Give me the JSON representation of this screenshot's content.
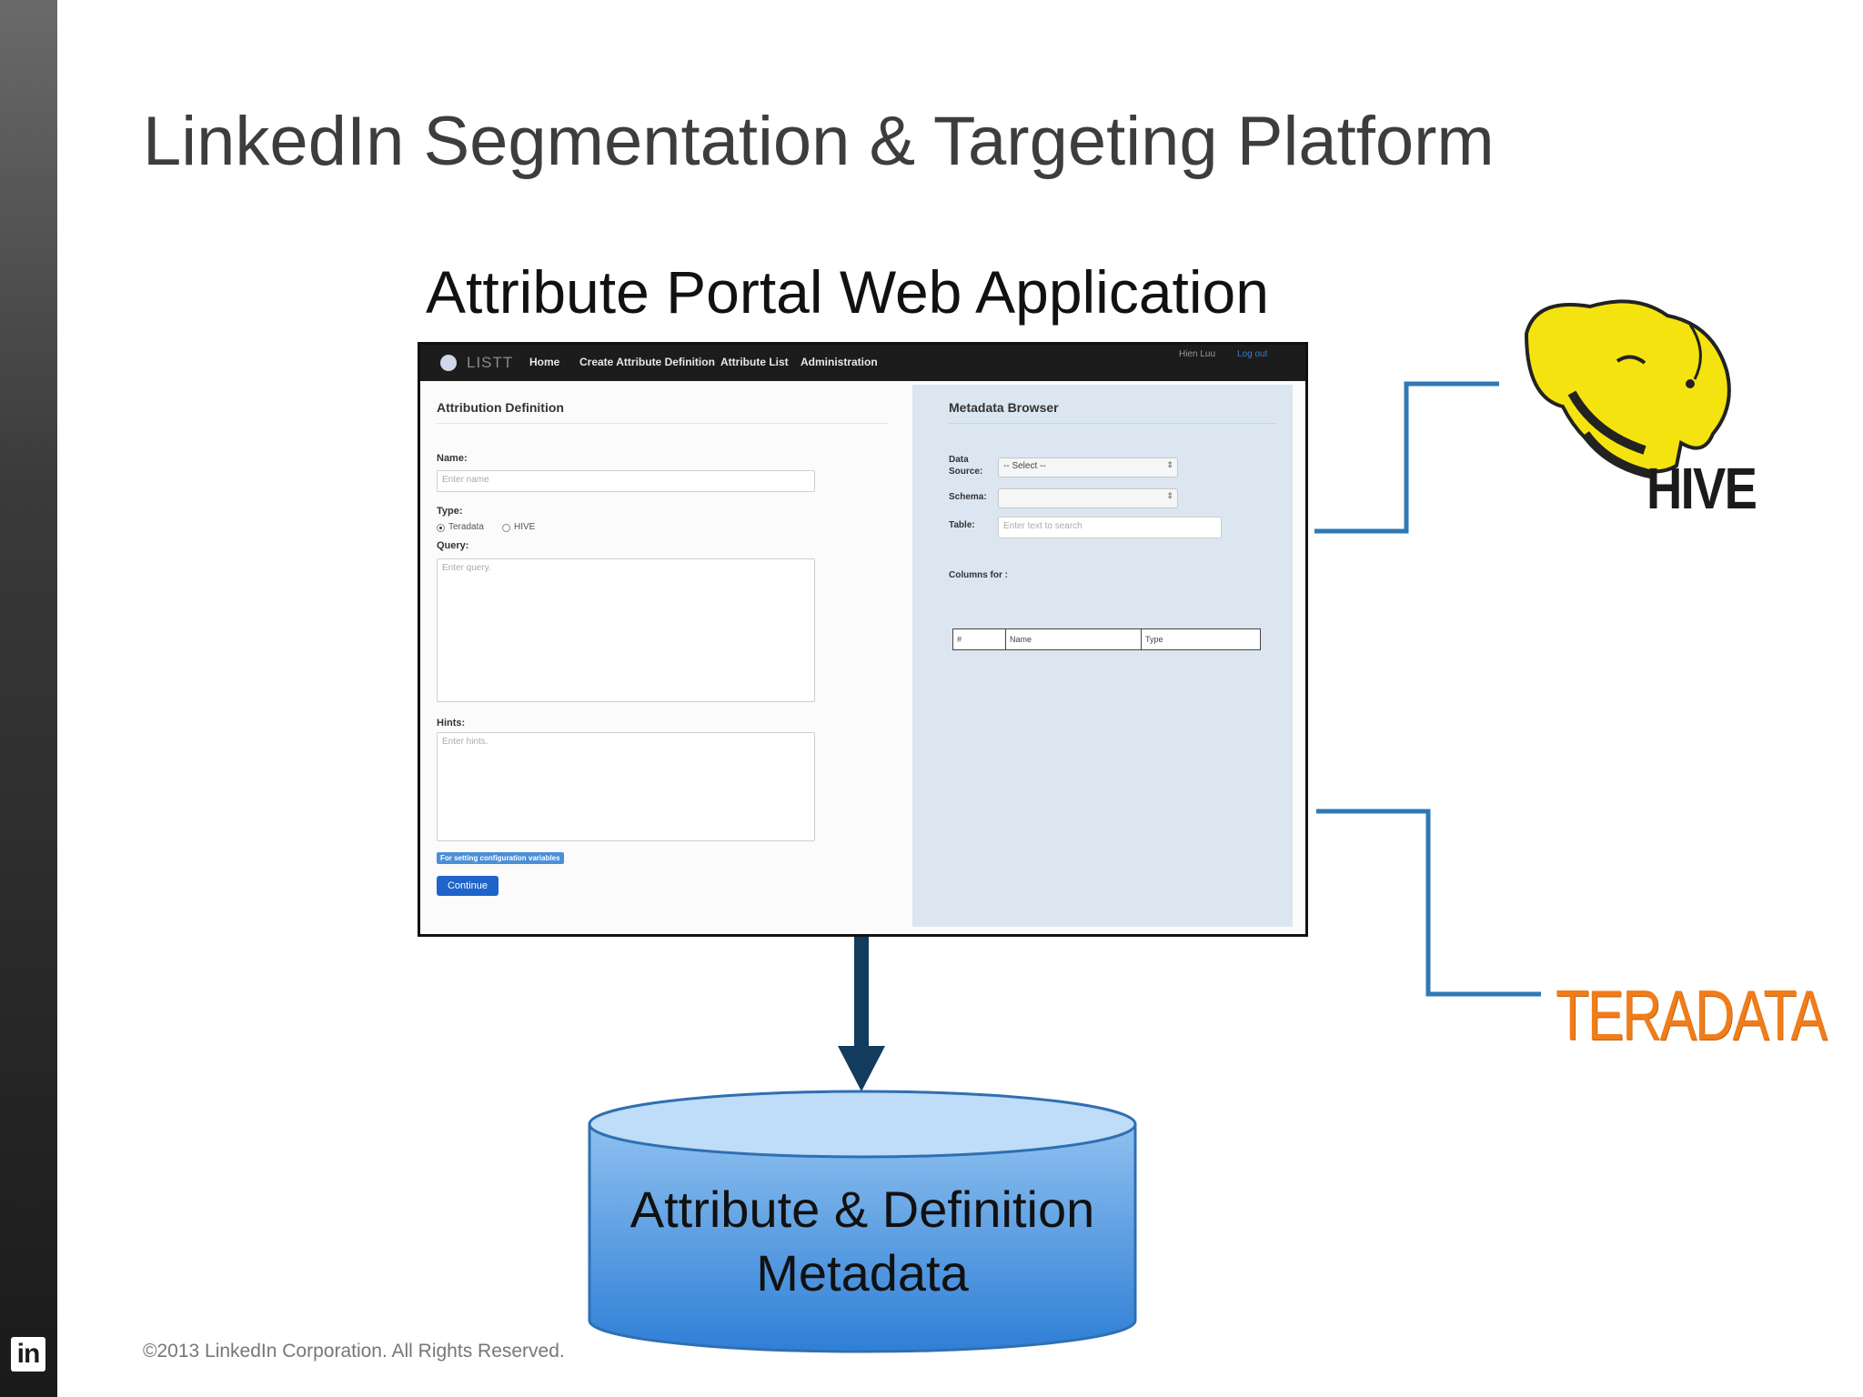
{
  "slide": {
    "title": "LinkedIn Segmentation & Targeting Platform",
    "subtitle": "Attribute Portal Web Application",
    "footer": "©2013 LinkedIn Corporation. All Rights Reserved.",
    "corner_logo": "in"
  },
  "app": {
    "brand": "LISTT",
    "nav": [
      "Home",
      "Create Attribute Definition",
      "Attribute List",
      "Administration"
    ],
    "user": "Hien Luu",
    "logout": "Log out",
    "left": {
      "section_title": "Attribution Definition",
      "name_label": "Name:",
      "name_placeholder": "Enter name",
      "type_label": "Type:",
      "type_options": [
        "Teradata",
        "HIVE"
      ],
      "type_selected": "Teradata",
      "query_label": "Query:",
      "query_placeholder": "Enter query.",
      "hints_label": "Hints:",
      "hints_placeholder": "Enter hints.",
      "config_tag": "For setting configuration variables",
      "continue_button": "Continue"
    },
    "right": {
      "section_title": "Metadata Browser",
      "data_source_label_1": "Data",
      "data_source_label_2": "Source:",
      "data_source_value": "-- Select --",
      "schema_label": "Schema:",
      "schema_value": "",
      "table_label": "Table:",
      "table_placeholder": "Enter text to search",
      "columns_label": "Columns for :",
      "columns_headers": [
        "#",
        "Name",
        "Type"
      ]
    }
  },
  "sources": {
    "hive": "HIVE",
    "teradata": "TERADATA"
  },
  "database": {
    "line1": "Attribute & Definition",
    "line2": "Metadata"
  },
  "colors": {
    "connector": "#2f79b5",
    "arrow": "#123b5e",
    "db_top": "#8ec0ef",
    "db_bottom": "#2f7fd6",
    "teradata": "#f07d1a",
    "hive_yellow": "#f5e30f"
  },
  "icons": [
    "hive-elephant-logo",
    "linkedin-logo",
    "down-arrow"
  ]
}
